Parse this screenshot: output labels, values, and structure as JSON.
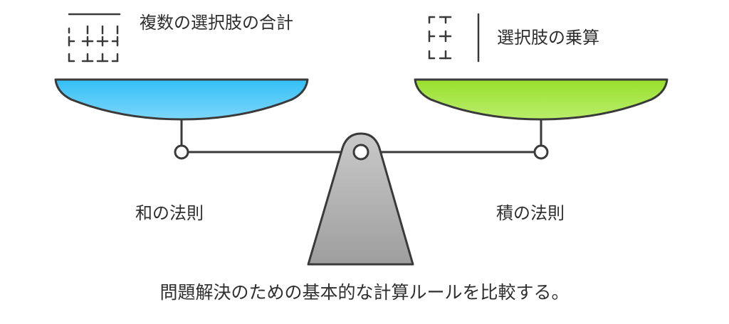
{
  "diagram": {
    "left_pan": {
      "icon": "sum-grid-icon",
      "title": "複数の選択肢の合計",
      "rule": "和の法則",
      "color": "#4fc3f7"
    },
    "right_pan": {
      "icon": "product-grid-icon",
      "title": "選択肢の乗算",
      "rule": "積の法則",
      "color": "#a5e34b"
    },
    "caption": "問題解決のための基本的な計算ルールを比較する。",
    "fulcrum_color": "#bdbdbd",
    "stroke_color": "#3a3a3a"
  }
}
